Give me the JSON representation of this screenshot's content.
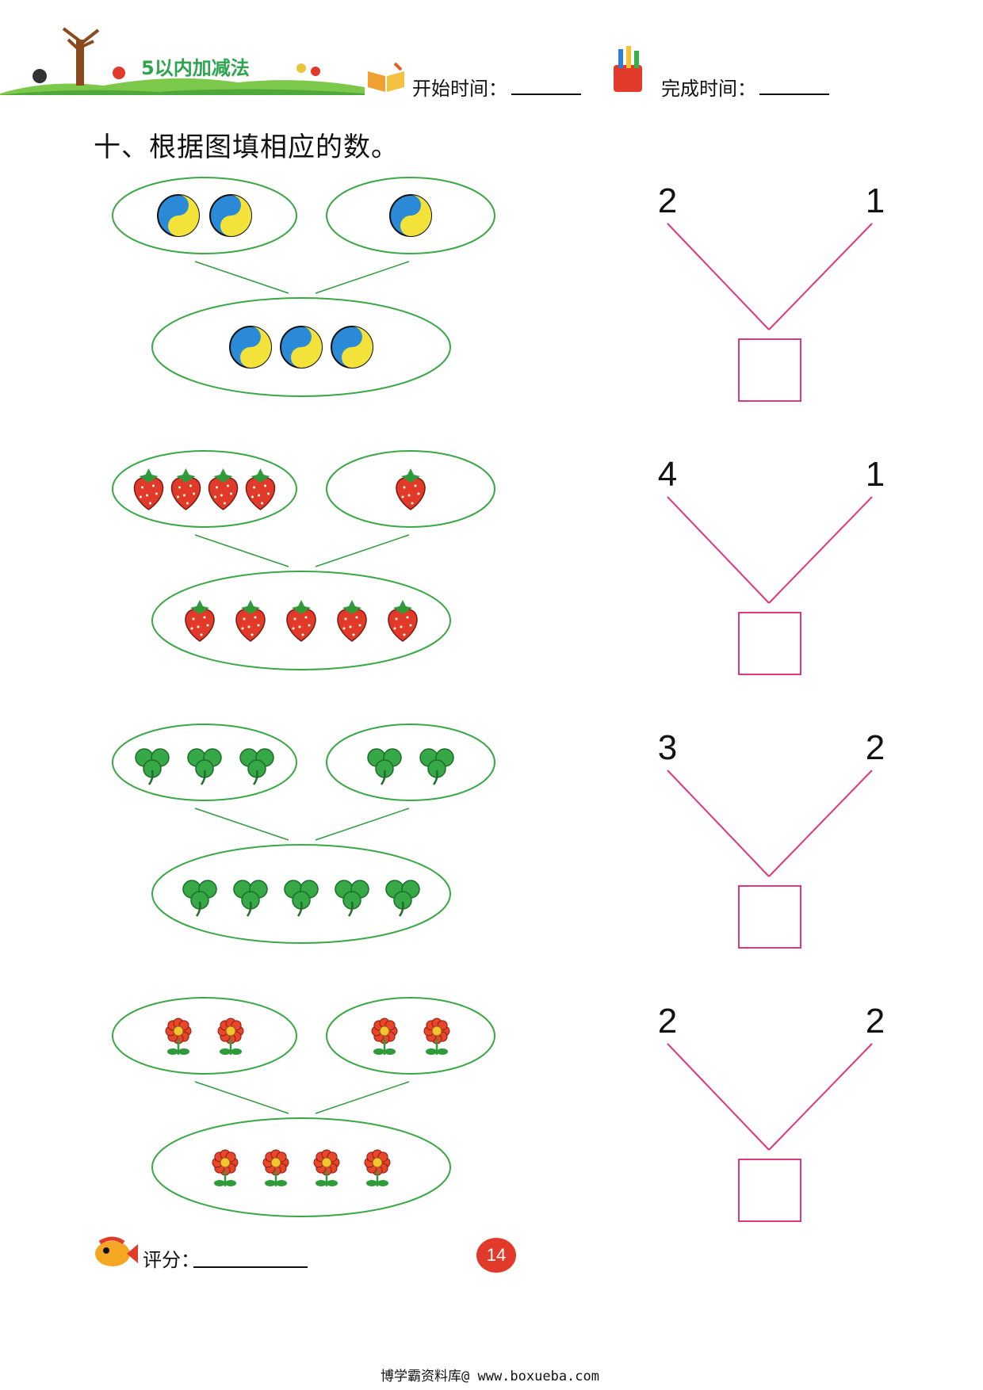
{
  "header": {
    "series_title": "5以内加减法",
    "start_time_label": "开始时间：",
    "finish_time_label": "完成时间："
  },
  "exercise": {
    "title": "十、根据图填相应的数。",
    "problems": [
      {
        "item": "ball-icon",
        "left_count": 2,
        "right_count": 1,
        "total_count": 3,
        "left_number": "2",
        "right_number": "1",
        "answer": ""
      },
      {
        "item": "strawberry-icon",
        "left_count": 4,
        "right_count": 1,
        "total_count": 5,
        "left_number": "4",
        "right_number": "1",
        "answer": ""
      },
      {
        "item": "clover-icon",
        "left_count": 3,
        "right_count": 2,
        "total_count": 5,
        "left_number": "3",
        "right_number": "2",
        "answer": ""
      },
      {
        "item": "flower-icon",
        "left_count": 2,
        "right_count": 2,
        "total_count": 4,
        "left_number": "2",
        "right_number": "2",
        "answer": ""
      }
    ]
  },
  "score_label": "评分：",
  "page_number": "14",
  "footer": "博学霸资料库@ www.boxueba.com",
  "colors": {
    "oval_stroke": "#39a845",
    "tree_line": "#2f9a3d",
    "answer_tree": "#e0377e",
    "grass": "#7cc84a",
    "page_badge": "#e23a2a"
  }
}
